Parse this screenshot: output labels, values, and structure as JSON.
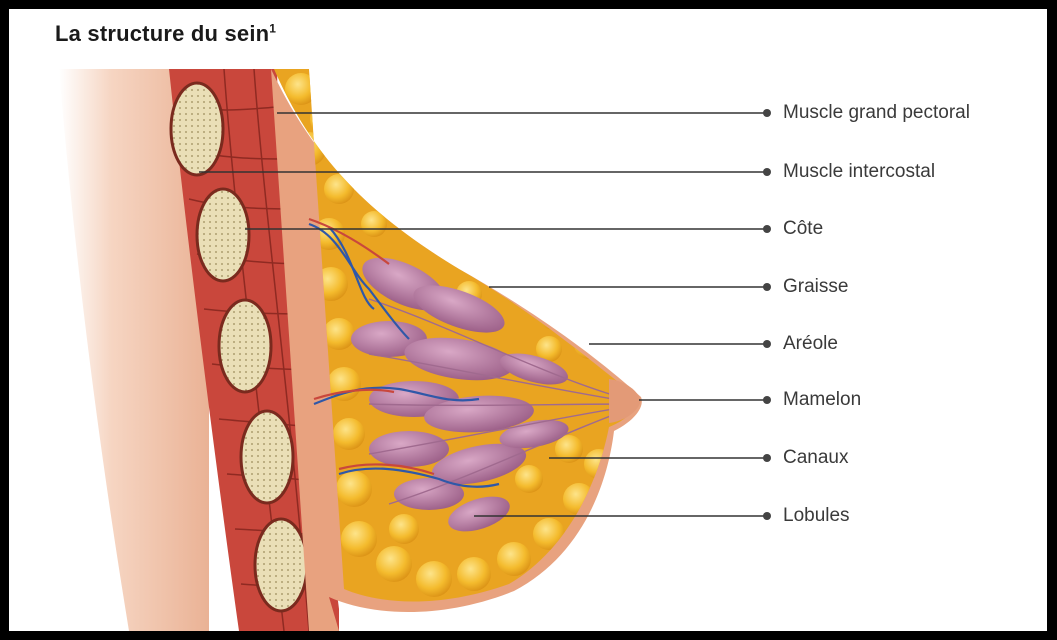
{
  "title": "La structure du sein",
  "title_footnote": "1",
  "labels": [
    {
      "text": "Muscle grand pectoral"
    },
    {
      "text": "Muscle intercostal"
    },
    {
      "text": "Côte"
    },
    {
      "text": "Graisse"
    },
    {
      "text": "Aréole"
    },
    {
      "text": "Mamelon"
    },
    {
      "text": "Canaux"
    },
    {
      "text": "Lobules"
    }
  ],
  "colors": {
    "skin": "#f1c1a6",
    "muscle": "#c4453a",
    "fat": "#f2b52a",
    "lobule": "#b07aa0",
    "vessel_blue": "#3a5f9e",
    "leader": "#333333"
  }
}
